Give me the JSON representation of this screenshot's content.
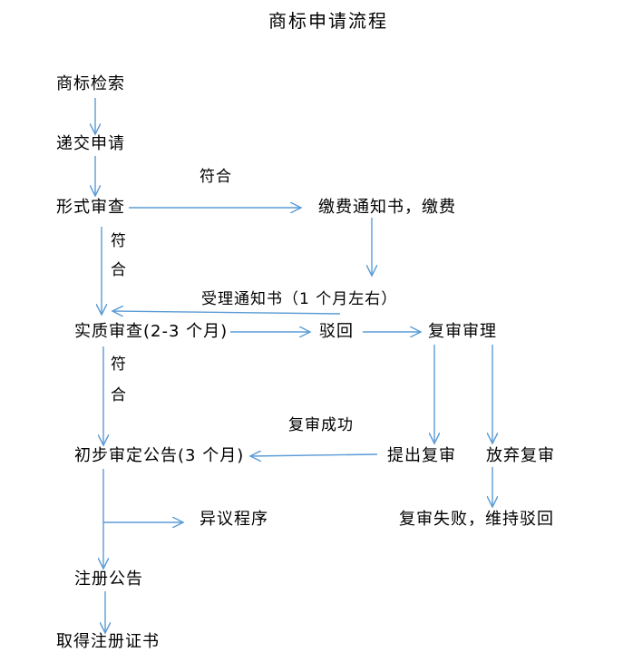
{
  "title": "商标申请流程",
  "nodes": {
    "search": "商标检索",
    "submit": "递交申请",
    "formal_review": "形式审查",
    "payment": "缴费通知书，缴费",
    "substantive_review": "实质审查(2-3 个月)",
    "rejection": "驳回",
    "re_examination": "复审审理",
    "preliminary_announcement": "初步审定公告(3 个月)",
    "file_re_exam": "提出复审",
    "abandon_re_exam": "放弃复审",
    "opposition": "异议程序",
    "re_exam_failed": "复审失败，维持驳回",
    "registration_announcement": "注册公告",
    "certificate": "取得注册证书"
  },
  "edge_labels": {
    "meets_horizontal": "符合",
    "meets_v1_top": "符",
    "meets_v1_bottom": "合",
    "meets_v2_top": "符",
    "meets_v2_bottom": "合",
    "acceptance_notice": "受理通知书（1 个月左右）",
    "re_exam_success": "复审成功"
  },
  "colors": {
    "arrow": "#5b9bd5",
    "text": "#000000"
  }
}
